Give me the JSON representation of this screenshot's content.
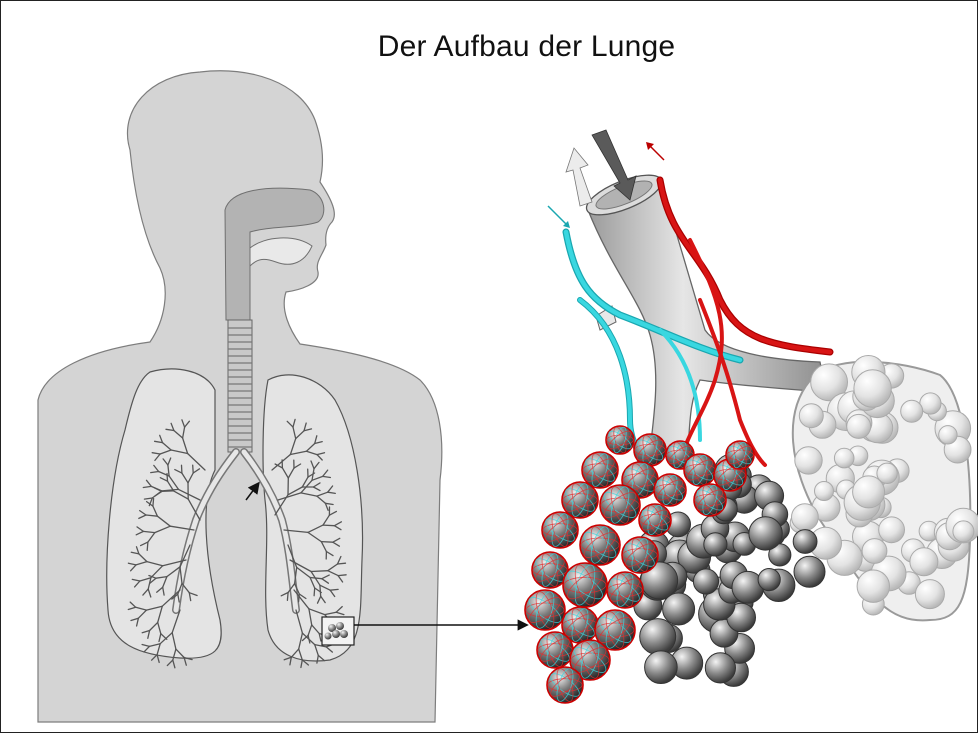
{
  "title": "Der Aufbau der Lunge",
  "colors": {
    "body": "#d3d3d3",
    "body_outline": "#7d7d7d",
    "airway": "#bdbdbd",
    "vein_oxygen_poor": "#39d7e0",
    "artery_oxygen_rich": "#d81414",
    "alveoli_dark": "#6f6f6f",
    "alveoli_light": "#ececec"
  },
  "icons": [
    "inhale-arrow",
    "exhale-arrow",
    "blood-in-arrow",
    "blood-out-arrow",
    "pointer-arrow"
  ]
}
